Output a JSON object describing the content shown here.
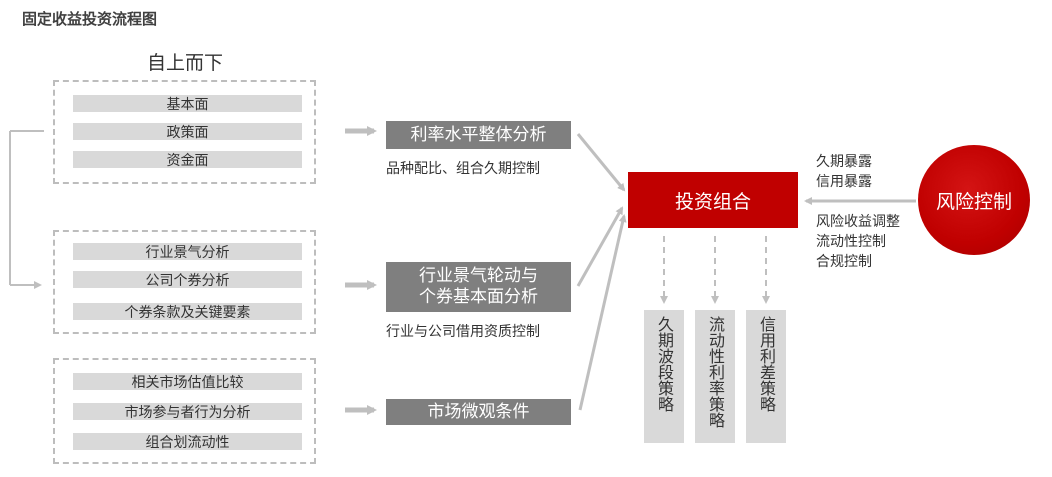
{
  "title": "固定收益投资流程图",
  "top_down_label": "自上而下",
  "groups": [
    {
      "items": [
        "基本面",
        "政策面",
        "资金面"
      ]
    },
    {
      "items": [
        "行业景气分析",
        "公司个券分析",
        "个券条款及关键要素"
      ]
    },
    {
      "items": [
        "相关市场估值比较",
        "市场参与者行为分析",
        "组合划流动性"
      ]
    }
  ],
  "analysis_boxes": [
    {
      "label": "利率水平整体分析",
      "note": "品种配比、组合久期控制"
    },
    {
      "label": "行业景气轮动与\n个券基本面分析",
      "note": "行业与公司借用资质控制"
    },
    {
      "label": "市场微观条件",
      "note": ""
    }
  ],
  "portfolio": {
    "label": "投资组合"
  },
  "risk": {
    "label": "风险控制",
    "exposures": [
      "久期暴露",
      "信用暴露"
    ],
    "adjustments": [
      "风险收益调整",
      "流动性控制",
      "合规控制"
    ]
  },
  "strategies": [
    "久期波段策略",
    "流动性利率策略",
    "信用利差策略"
  ],
  "colors": {
    "accent_red": "#c00000",
    "box_gray": "#7f7f7f",
    "bar_gray": "#d9d9d9",
    "arrow_gray": "#bfbfbf"
  }
}
